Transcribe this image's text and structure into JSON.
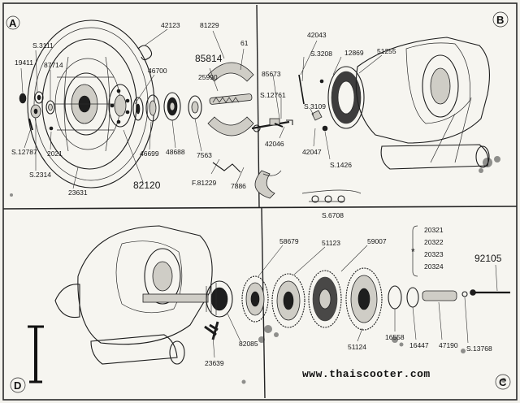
{
  "corners": {
    "tl": "A",
    "tr": "B",
    "bl": "D",
    "br": "C"
  },
  "watermark": "www.thaiscooter.com",
  "variant_mark": "*",
  "parts_a": [
    {
      "id": "s3111",
      "label": "S.3111"
    },
    {
      "id": "19411",
      "label": "19411"
    },
    {
      "id": "87714",
      "label": "87714"
    },
    {
      "id": "s12787",
      "label": "S.12787"
    },
    {
      "id": "2021",
      "label": "2021"
    },
    {
      "id": "s2314",
      "label": "S.2314"
    },
    {
      "id": "23631",
      "label": "23631"
    },
    {
      "id": "42123",
      "label": "42123"
    },
    {
      "id": "46700",
      "label": "46700"
    },
    {
      "id": "46699",
      "label": "46699"
    },
    {
      "id": "48688",
      "label": "48688"
    },
    {
      "id": "82120",
      "label": "82120"
    },
    {
      "id": "7563",
      "label": "7563"
    },
    {
      "id": "81229",
      "label": "81229"
    },
    {
      "id": "61",
      "label": "61"
    },
    {
      "id": "85814",
      "label": "85814"
    },
    {
      "id": "25990",
      "label": "25990"
    },
    {
      "id": "f81229",
      "label": "F.81229"
    },
    {
      "id": "7886",
      "label": "7886"
    },
    {
      "id": "85673",
      "label": "85673"
    },
    {
      "id": "s12761",
      "label": "S.12761"
    },
    {
      "id": "42046",
      "label": "42046"
    },
    {
      "id": "s6708",
      "label": "S.6708"
    }
  ],
  "parts_b": [
    {
      "id": "42043",
      "label": "42043"
    },
    {
      "id": "s3208",
      "label": "S.3208"
    },
    {
      "id": "12869",
      "label": "12869"
    },
    {
      "id": "51255",
      "label": "51255"
    },
    {
      "id": "s3109",
      "label": "S.3109"
    },
    {
      "id": "42047",
      "label": "42047"
    },
    {
      "id": "s1426",
      "label": "S.1426"
    }
  ],
  "parts_d": [
    {
      "id": "23639",
      "label": "23639"
    },
    {
      "id": "82085",
      "label": "82085"
    }
  ],
  "parts_c": [
    {
      "id": "58679",
      "label": "58679"
    },
    {
      "id": "51123",
      "label": "51123"
    },
    {
      "id": "59007",
      "label": "59007"
    },
    {
      "id": "51124",
      "label": "51124"
    },
    {
      "id": "16558",
      "label": "16558"
    },
    {
      "id": "16447",
      "label": "16447"
    },
    {
      "id": "47190",
      "label": "47190"
    },
    {
      "id": "s13768",
      "label": "S.13768"
    },
    {
      "id": "92105",
      "label": "92105"
    },
    {
      "id": "20321",
      "label": "20321"
    },
    {
      "id": "20322",
      "label": "20322"
    },
    {
      "id": "20323",
      "label": "20323"
    },
    {
      "id": "20324",
      "label": "20324"
    }
  ]
}
